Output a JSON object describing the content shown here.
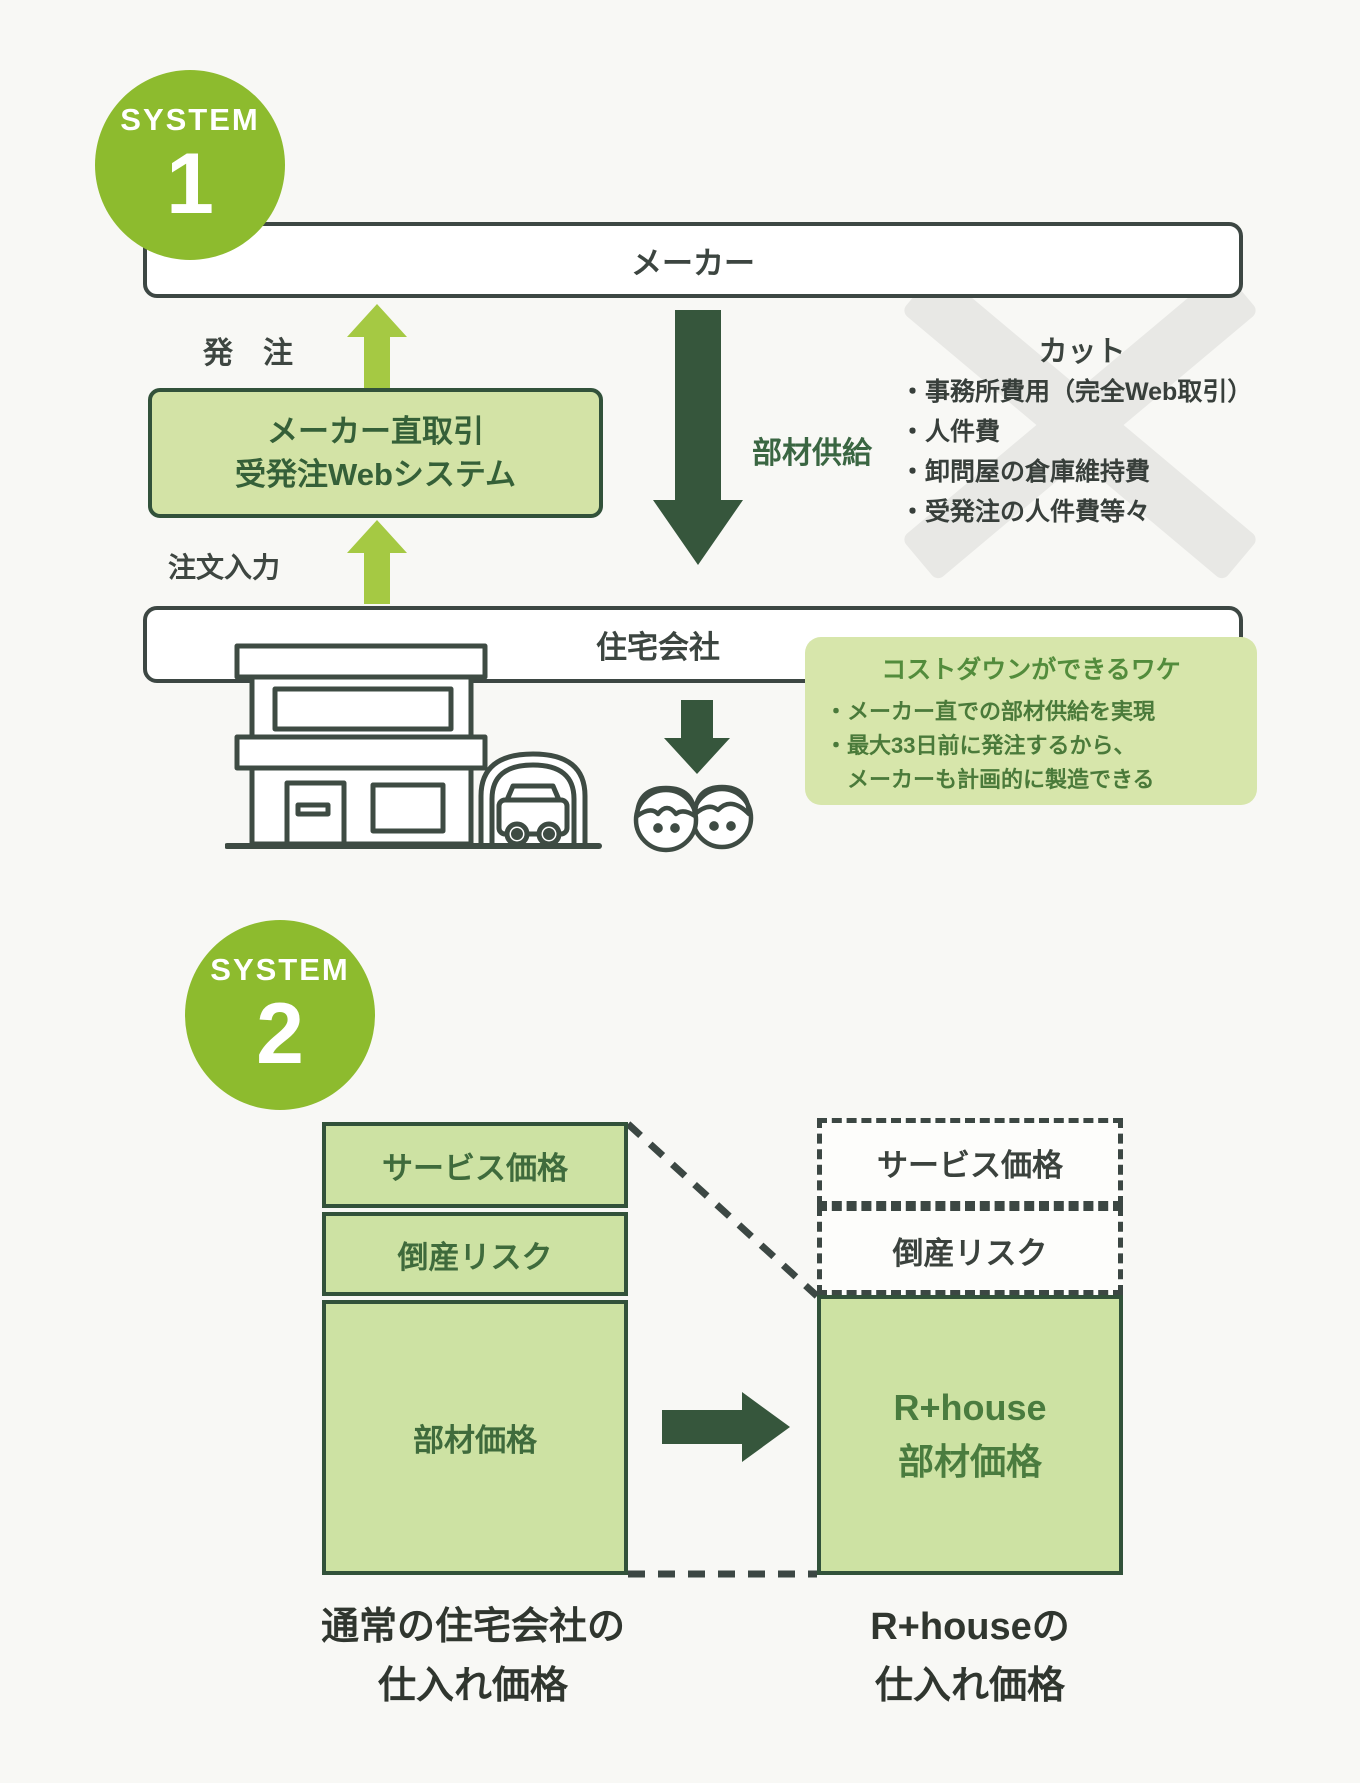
{
  "system1": {
    "badge_label": "SYSTEM",
    "badge_number": "1",
    "maker_label": "メーカー",
    "order_label": "発　注",
    "web_system_line1": "メーカー直取引",
    "web_system_line2": "受発注Webシステム",
    "order_input_label": "注文入力",
    "supply_label": "部材供給",
    "cut_title": "カット",
    "cut_items": [
      "・事務所費用（完全Web取引）",
      "・人件費",
      "・卸問屋の倉庫維持費",
      "・受発注の人件費等々"
    ],
    "housing_label": "住宅会社",
    "costdown_title": "コストダウンができるワケ",
    "costdown_lines": [
      "・メーカー直での部材供給を実現",
      "・最大33日前に発注するから、",
      "　メーカーも計画的に製造できる"
    ]
  },
  "system2": {
    "badge_label": "SYSTEM",
    "badge_number": "2",
    "left_bar_segments": [
      "サービス価格",
      "倒産リスク",
      "部材価格"
    ],
    "right_bar_dashed1": "サービス価格",
    "right_bar_dashed2": "倒産リスク",
    "right_bar_solid_line1": "R+house",
    "right_bar_solid_line2": "部材価格",
    "left_caption_line1": "通常の住宅会社の",
    "left_caption_line2": "仕入れ価格",
    "right_caption_line1": "R+houseの",
    "right_caption_line2": "仕入れ価格"
  },
  "colors": {
    "badge_green": "#8dbb2e",
    "light_arrow_green": "#a5c943",
    "dark_arrow_green": "#36563c",
    "box_border_dark": "#3d4743",
    "green_box_border": "#32523a",
    "light_green_fill": "#d3e3a6",
    "costdown_fill": "#d7e6ab",
    "bar_green_fill": "#cde2a3",
    "dark_green_text": "#3c6a3c",
    "x_mark_gray": "#e8e8e5"
  }
}
